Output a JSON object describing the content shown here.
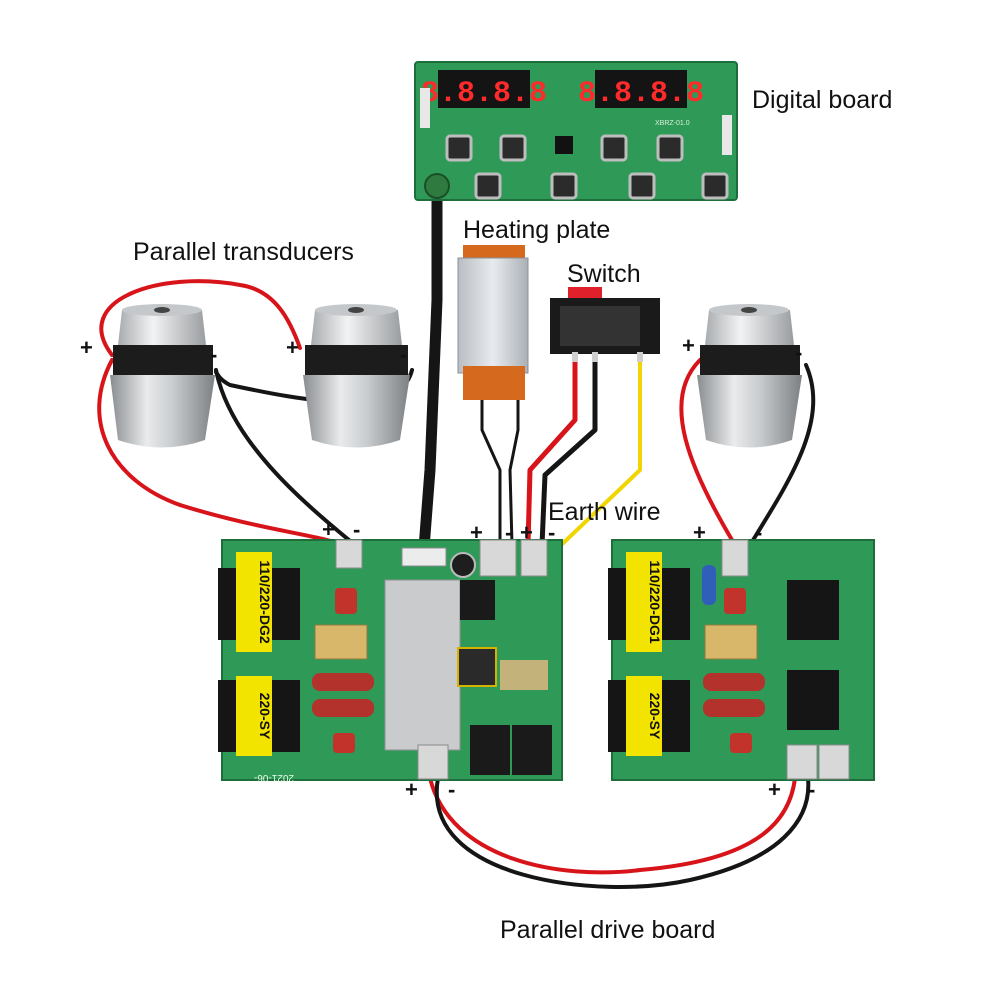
{
  "labels": {
    "digital_board": "Digital board",
    "heating_plate": "Heating plate",
    "switch": "Switch",
    "parallel_transducers": "Parallel transducers",
    "earth_wire": "Earth wire",
    "parallel_drive_board": "Parallel drive board"
  },
  "digital_board": {
    "display_left": "8.8.8.8",
    "display_right": "8.8.8.8",
    "model": "XBRZ-01.0"
  },
  "drive_board_left": {
    "transformer_top": "110/220-DG2",
    "transformer_bottom": "220-SY",
    "date_code": "2021-06-"
  },
  "drive_board_right": {
    "transformer_top": "110/220-DG1",
    "transformer_bottom": "220-SY"
  },
  "polarity": {
    "plus": "+",
    "minus": "-"
  },
  "colors": {
    "pcb": "#2f9a57",
    "red_wire": "#d8141b",
    "black_wire": "#151515",
    "yellow_wire": "#f0d500",
    "transformer_label": "#f3e400"
  }
}
